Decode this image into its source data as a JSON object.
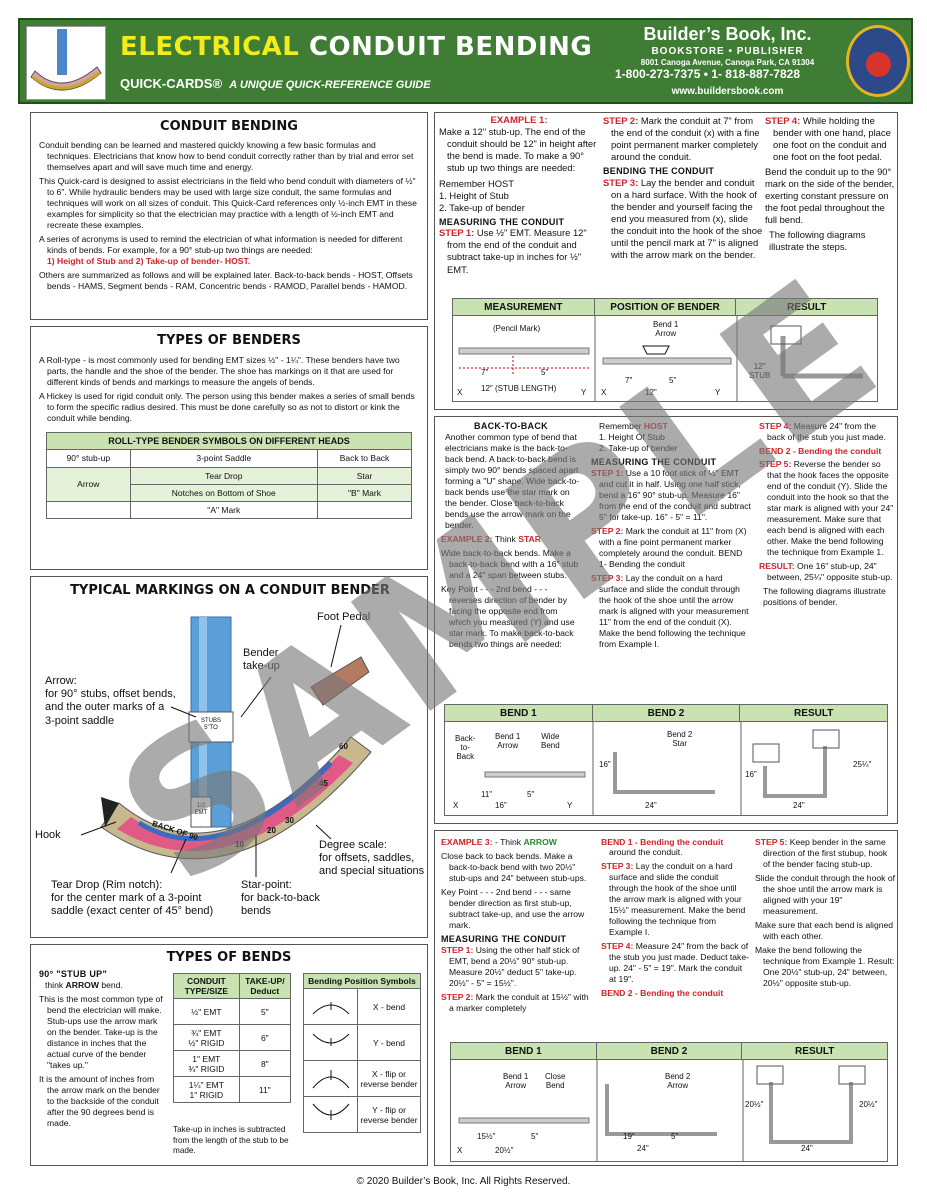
{
  "header": {
    "title_a": "ELECTRICAL",
    "title_b": "CONDUIT BENDING",
    "quick": "QUICK-CARDS®",
    "guide": "A UNIQUE QUICK-REFERENCE GUIDE",
    "publisher": "Builder’s Book, Inc.",
    "sub": "BOOKSTORE • PUBLISHER",
    "address": "8001 Canoga Avenue, Canoga Park, CA 91304",
    "phone": "1-800-273-7375 • 1- 818-887-7828",
    "web": "www.buildersbook.com"
  },
  "conduit": {
    "title": "CONDUIT BENDING",
    "p1": "Conduit bending can be learned and mastered quickly knowing a few basic formulas and techniques. Electricians that know how to bend conduit correctly rather than by trial and error set themselves apart and will save much time and energy.",
    "p2": "This Quick-card is designed to assist electricians in the field who bend conduit with diameters of ½\" to 6\". While hydraulic benders may be used with large size conduit, the same formulas and techniques will work on all sizes of conduit. This Quick-Card references only ½-inch EMT in these examples for simplicity so that the electrician may practice with a length of ½-inch EMT and recreate these examples.",
    "p3": "A series of acronyms is used to remind the electrician of what information is needed for different kinds of bends. For example, for a 90° stub-up two things are needed:",
    "p3b": "1) Height of Stub and 2) Take-up of bender- HOST.",
    "p4": "Others are summarized as follows and will be explained later. Back-to-back bends - HOST, Offsets bends - HAMS, Segment bends - RAM, Concentric bends - RAMOD, Parallel bends - HAMOD."
  },
  "benders": {
    "title": "TYPES OF BENDERS",
    "p1": "A Roll-type - is most commonly used for bending EMT sizes ½\" - 1¼\". These benders have two parts, the handle and the shoe of the bender. The shoe has markings on it that are used for different kinds of bends and markings to measure the angels of bends.",
    "p2": "A Hickey is used for rigid conduit only. The person using this bender makes a series of small bends to form the specific radius desired. This must be done carefully so as not to distort or kink the conduit while bending.",
    "table_title": "ROLL-TYPE BENDER SYMBOLS ON DIFFERENT HEADS",
    "r1": [
      "90° stub-up",
      "3-point Saddle",
      "Back to Back"
    ],
    "r2": [
      "Tear Drop",
      "Star"
    ],
    "r2a": "Arrow",
    "r3": [
      "Notches on Bottom of Shoe",
      "\"B\" Mark"
    ],
    "r4": "\"A\" Mark"
  },
  "markings": {
    "title": "TYPICAL MARKINGS ON A CONDUIT BENDER",
    "foot": "Foot Pedal",
    "takeup": "Bender\ntake-up",
    "arrow": "Arrow:\nfor 90° stubs, offset bends,\nand the outer marks of a\n3-point saddle",
    "hook": "Hook",
    "degree": "Degree scale:\nfor offsets, saddles,\nand special situations",
    "tear": "Tear Drop (Rim notch):\nfor the center mark of a 3-point\nsaddle (exact center of 45° bend)",
    "star": "Star-point:\nfor back-to-back\nbends",
    "back90": "BACK OF 90",
    "stubs": "STUBS\n5\"TO",
    "emt": "1/2\nEMT",
    "n60": "60",
    "n45": "45",
    "n30": "30",
    "n20": "20",
    "n10": "10"
  },
  "bends": {
    "title": "TYPES OF BENDS",
    "stub": "90° \"STUB UP\"",
    "think": "think",
    "arrow": "ARROW",
    "bend": "bend.",
    "p1": "This is the most common type of bend the electrician will make. Stub-ups use the arrow mark on the bender. Take-up is the distance in inches that the actual curve of the bender \"takes up.\"",
    "p2": "It is the amount of inches from the arrow mark on the bender to the backside of the conduit after the 90 degrees bend is made.",
    "h1": "CONDUIT TYPE/SIZE",
    "h2": "TAKE-UP/ Deduct",
    "rows": [
      [
        "½\" EMT",
        "5\""
      ],
      [
        "¾\" EMT\n½\" RIGID",
        "6\""
      ],
      [
        "1\" EMT\n¾\" RIGID",
        "8\""
      ],
      [
        "1¼\" EMT\n1\" RIGID",
        "11\""
      ]
    ],
    "note": "Take-up in inches is subtracted from the length of the stub to be made.",
    "sym_title": "Bending Position Symbols",
    "syms": [
      "X - bend",
      "Y - bend",
      "X - flip or reverse bender",
      "Y - flip or reverse bender"
    ]
  },
  "ex1": {
    "title": "EXAMPLE 1:",
    "p1": "Make a 12\" stub-up. The end of the conduit should be 12\" in height after the bend is made. To make a 90° stub up two things are needed:",
    "p2": "Remember HOST\n1. Height of Stub\n2. Take-up of bender",
    "m": "MEASURING THE CONDUIT",
    "s1l": "STEP 1:",
    "s1": "Use ½\" EMT. Measure 12\" from the end of the conduit and subtract take-up in inches for ½\" EMT.",
    "s2l": "STEP 2:",
    "s2": "Mark the conduit at 7\" from the end of the conduit (x) with a fine point permanent marker completely around the conduit.",
    "b": "BENDING THE CONDUIT",
    "s3l": "STEP 3:",
    "s3": "Lay the bender and conduit on a hard surface. With the hook of the bender and yourself facing the end you measured from (x), slide the conduit into the hook of the shoe until the pencil mark at 7\" is aligned with the arrow mark on the bender.",
    "s4l": "STEP 4:",
    "s4": "While holding the bender with one hand, place one foot on the conduit and one foot on the foot pedal.",
    "p3": "Bend the conduit up to the 90° mark on the side of the bender, exerting constant pressure on the foot pedal throughout the full bend.",
    "p4": "The following diagrams illustrate the steps.",
    "d": [
      "MEASUREMENT",
      "POSITION OF BENDER",
      "RESULT"
    ],
    "pm": "(Pencil Mark)",
    "b1a": "Bend 1\nArrow",
    "l7": "7\"",
    "l5": "5\"",
    "l12": "12\" (STUB LENGTH)",
    "l12b": "12\"",
    "x": "X",
    "y": "Y",
    "stub": "12\"\nSTUB"
  },
  "ex2": {
    "btb": "BACK-TO-BACK",
    "p1": "Another common type of bend that electricians make is the back-to-back bend. A back-to-back bend is simply two 90° bends spaced apart forming a \"U\" shape. Wide back-to-back bends use the star mark on the bender. Close back-to-back bends use the arrow mark on the bender.",
    "exl": "EXAMPLE 2:",
    "ext": "Think",
    "star": "STAR",
    "p2": "Wide back-to-back bends. Make a back-to-back bend with a 16\" stub and a 24\" span between stubs.",
    "p3": "Key Point - - - 2nd bend - - - reverses direction of bender by facing the opposite end from which you measured (Y) and use star mark. To make back-to-back bends two things are needed:",
    "rem": "Remember",
    "host": "HOST",
    "h": "1. Height Of Stub\n2. Take-up of bender",
    "m": "MEASURING THE CONDUIT",
    "s1l": "STEP 1:",
    "s1": "Use a 10 foot stick of ½\" EMT and cut it in half. Using one half stick, bend a 16\" 90° stub-up. Measure 16\" from the end of the conduit and subtract 5\" for take-up. 16\" - 5\" = 11\".",
    "s2l": "STEP 2:",
    "s2": "Mark the conduit at 11\" from (X) with a fine point permanent marker completely around the conduit. BEND 1- Bending the conduit",
    "s3l": "STEP 3:",
    "s3": "Lay the conduit on a hard surface and slide the conduit through the hook of the shoe until the arrow mark is aligned with your measurement 11\" from the end of the conduit (X). Make the bend following the technique from Example I.",
    "s4l": "STEP 4:",
    "s4": "Measure 24\" from the back of the stub you just made.",
    "b2": "BEND 2 - Bending the conduit",
    "s5l": "STEP 5:",
    "s5": "Reverse the bender so that the hook faces the opposite end of the conduit (Y). Slide the conduit into the hook so that the star mark is aligned with your 24\" measurement. Make sure that each bend is aligned with each other. Make the bend following the technique from Example 1.",
    "resl": "RESULT:",
    "res": "One 16\" stub-up, 24\" between, 25¼\" opposite stub-up.",
    "p4": "The following diagrams illustrate positions of bender.",
    "d": [
      "BEND 1",
      "BEND 2",
      "RESULT"
    ],
    "btbl": "Back-\nto-\nBack",
    "b1a": "Bend 1\nArrow",
    "wb": "Wide\nBend",
    "b2s": "Bend 2\nStar",
    "l11": "11\"",
    "l5": "5\"",
    "l16": "16\"",
    "l24": "24\"",
    "l2514": "25¼\"",
    "x": "X",
    "y": "Y"
  },
  "ex3": {
    "exl": "EXAMPLE 3:",
    "ext": "- Think",
    "arrow": "ARROW",
    "p1": "Close back to back bends. Make a back-to-back bend with two 20½\" stub-ups and 24\" between stub-ups.",
    "p2": "Key Point - - - 2nd bend - - - same bender direction as first stub-up, subtract take-up, and use the arrow mark.",
    "m": "MEASURING THE CONDUIT",
    "s1l": "STEP 1:",
    "s1": "Using the other half stick of EMT, bend a 20½\" 90° stub-up. Measure 20½\" deduct 5\" take-up. 20½\" - 5\" = 15½\".",
    "s2l": "STEP 2:",
    "s2": "Mark the conduit at 15½\" with a marker completely",
    "b1": "BEND 1 - Bending the conduit",
    "b1t": "around the conduit.",
    "s3l": "STEP 3:",
    "s3": "Lay the conduit on a hard surface and slide the conduit through the hook of the shoe until the arrow mark is aligned with your 15½\" measurement. Make the bend following the technique from Example I.",
    "s4l": "STEP 4:",
    "s4": "Measure 24\" from the back of the stub you just made. Deduct take-up. 24\" - 5\" = 19\". Mark the conduit at 19\".",
    "b2": "BEND 2 - Bending the conduit",
    "s5l": "STEP 5:",
    "s5": "Keep bender in the same direction of the first stubup, hook of the bender facing stub-up.",
    "p3": "Slide the conduit through the hook of the shoe until the arrow mark is aligned with your 19\" measurement.",
    "p4": "Make sure that each bend is aligned with each other.",
    "p5": "Make the bend following the technique from Example 1. Result: One 20½\" stub-up, 24\" between, 20½\" opposite stub-up.",
    "d": [
      "BEND 1",
      "BEND 2",
      "RESULT"
    ],
    "b1a": "Bend 1\nArrow",
    "cb": "Close\nBend",
    "b2a": "Bend 2\nArrow",
    "l155": "15½\"",
    "l5": "5\"",
    "l205": "20½\"",
    "l19": "19\"",
    "l24": "24\"",
    "x": "X"
  },
  "watermark": "SAMPLE",
  "footer": "© 2020 Builder’s Book, Inc. All Rights Reserved."
}
